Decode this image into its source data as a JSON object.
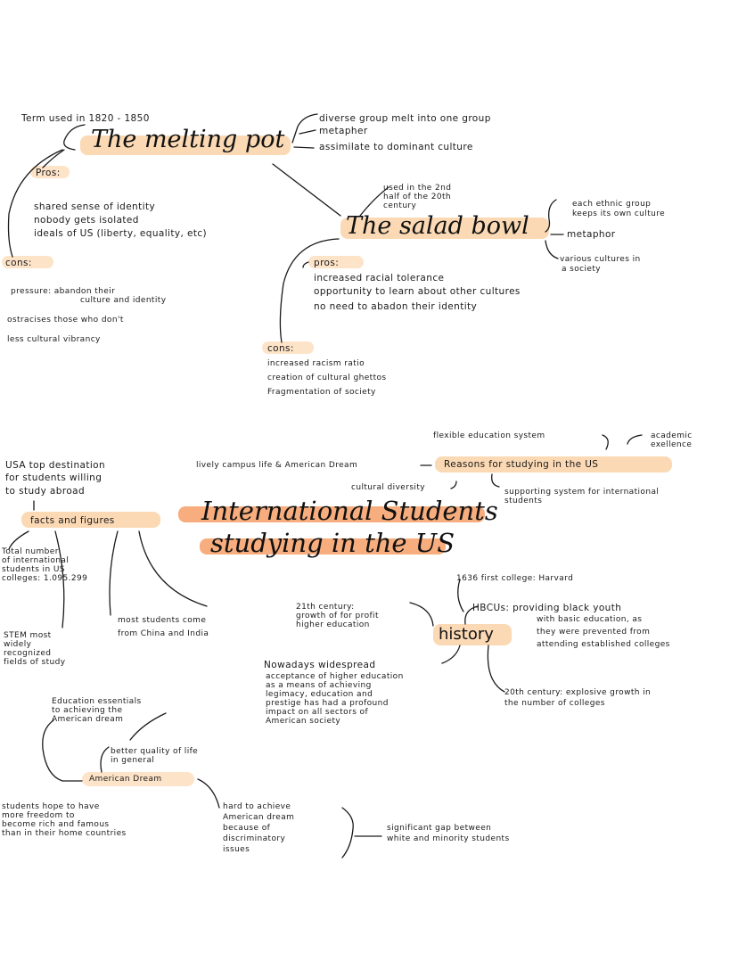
{
  "melting": {
    "term": "Term used in 1820 - 1850",
    "title": "The melting pot",
    "right": [
      "diverse group melt into one group",
      "metapher",
      "assimilate to dominant culture"
    ],
    "pros_label": "Pros:",
    "pros": [
      "shared sense of identity",
      "nobody gets isolated",
      "ideals of US (liberty, equality, etc)"
    ],
    "cons_label": "cons:",
    "cons_pressure_1": "pressure: abandon their",
    "cons_pressure_2": "culture and identity",
    "cons_items": [
      "ostracises those who don't",
      "less cultural vibrancy"
    ]
  },
  "salad": {
    "used_1": "used in the 2nd",
    "used_2": "half of the 20th",
    "used_3": "century",
    "title": "The salad bowl",
    "right_1": "each ethnic group",
    "right_2": "keeps its own culture",
    "right_3": "metaphor",
    "right_4": "various cultures in",
    "right_5": "a society",
    "pros_label": "pros:",
    "pros": [
      "increased racial tolerance",
      "opportunity to learn about other cultures",
      "no need to abadon their identity"
    ],
    "cons_label": "cons:",
    "cons": [
      "increased racism ratio",
      "creation of cultural ghettos",
      "Fragmentation of society"
    ]
  },
  "main": {
    "title_1": "International Students",
    "title_2": "studying in the US"
  },
  "reasons": {
    "label": "Reasons for studying in the US",
    "flexible": "flexible education system",
    "academic_1": "academic",
    "academic_2": "exellence",
    "lively": "lively campus life & American Dream",
    "cultural": "cultural diversity",
    "support_1": "supporting system for international",
    "support_2": "students"
  },
  "facts": {
    "label": "facts and figures",
    "usa_1": "USA top destination",
    "usa_2": "for students willing",
    "usa_3": "to study abroad",
    "total_1": "Total number",
    "total_2": "of international",
    "total_3": "students in US",
    "total_4": "colleges: 1.095.299",
    "stem_1": "STEM most",
    "stem_2": "widely",
    "stem_3": "recognized",
    "stem_4": "fields of study",
    "most_1": "most students come",
    "most_2": "from China and India"
  },
  "history": {
    "label": "history",
    "first": "1636 first college: Harvard",
    "hbcus_1": "HBCUs: providing black youth",
    "hbcus_2": "with basic education, as",
    "hbcus_3": "they were prevented from",
    "hbcus_4": "attending established colleges",
    "c21_1": "21th century:",
    "c21_2": "growth of for profit",
    "c21_3": "higher education",
    "now_1": "Nowadays widespread",
    "now_2": "acceptance of higher education",
    "now_3": "as a means of achieving",
    "now_4": "legimacy, education and",
    "now_5": "prestige has had a profound",
    "now_6": "impact on all sectors of",
    "now_7": "American society",
    "c20_1": "20th century: explosive growth in",
    "c20_2": "the number of colleges"
  },
  "dream": {
    "label": "American Dream",
    "ess_1": "Education essentials",
    "ess_2": "to achieving the",
    "ess_3": "American dream",
    "better_1": "better quality of life",
    "better_2": "in general",
    "hope_1": "students hope to have",
    "hope_2": "more freedom to",
    "hope_3": "become rich and famous",
    "hope_4": "than in their home countries",
    "hard_1": "hard to achieve",
    "hard_2": "American dream",
    "hard_3": "because of",
    "hard_4": "discriminatory",
    "hard_5": "issues",
    "gap_1": "significant gap between",
    "gap_2": "white and minority students"
  },
  "colors": {
    "peach": "#fbd9b4",
    "orange": "#f7ad7d",
    "ink": "#1a1a1a"
  }
}
